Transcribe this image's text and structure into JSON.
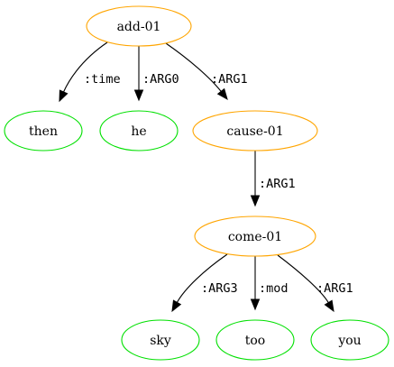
{
  "graph": {
    "colors": {
      "concept": "#FFA500",
      "leaf": "#00E000",
      "edge": "#000000"
    },
    "nodes": [
      {
        "id": "add",
        "label": "add-01",
        "kind": "concept"
      },
      {
        "id": "then",
        "label": "then",
        "kind": "leaf"
      },
      {
        "id": "he",
        "label": "he",
        "kind": "leaf"
      },
      {
        "id": "cause",
        "label": "cause-01",
        "kind": "concept"
      },
      {
        "id": "come",
        "label": "come-01",
        "kind": "concept"
      },
      {
        "id": "sky",
        "label": "sky",
        "kind": "leaf"
      },
      {
        "id": "too",
        "label": "too",
        "kind": "leaf"
      },
      {
        "id": "you",
        "label": "you",
        "kind": "leaf"
      }
    ],
    "edges": [
      {
        "from": "add",
        "to": "then",
        "label": ":time"
      },
      {
        "from": "add",
        "to": "he",
        "label": ":ARG0"
      },
      {
        "from": "add",
        "to": "cause",
        "label": ":ARG1"
      },
      {
        "from": "cause",
        "to": "come",
        "label": ":ARG1"
      },
      {
        "from": "come",
        "to": "sky",
        "label": ":ARG3"
      },
      {
        "from": "come",
        "to": "too",
        "label": ":mod"
      },
      {
        "from": "come",
        "to": "you",
        "label": ":ARG1"
      }
    ]
  }
}
